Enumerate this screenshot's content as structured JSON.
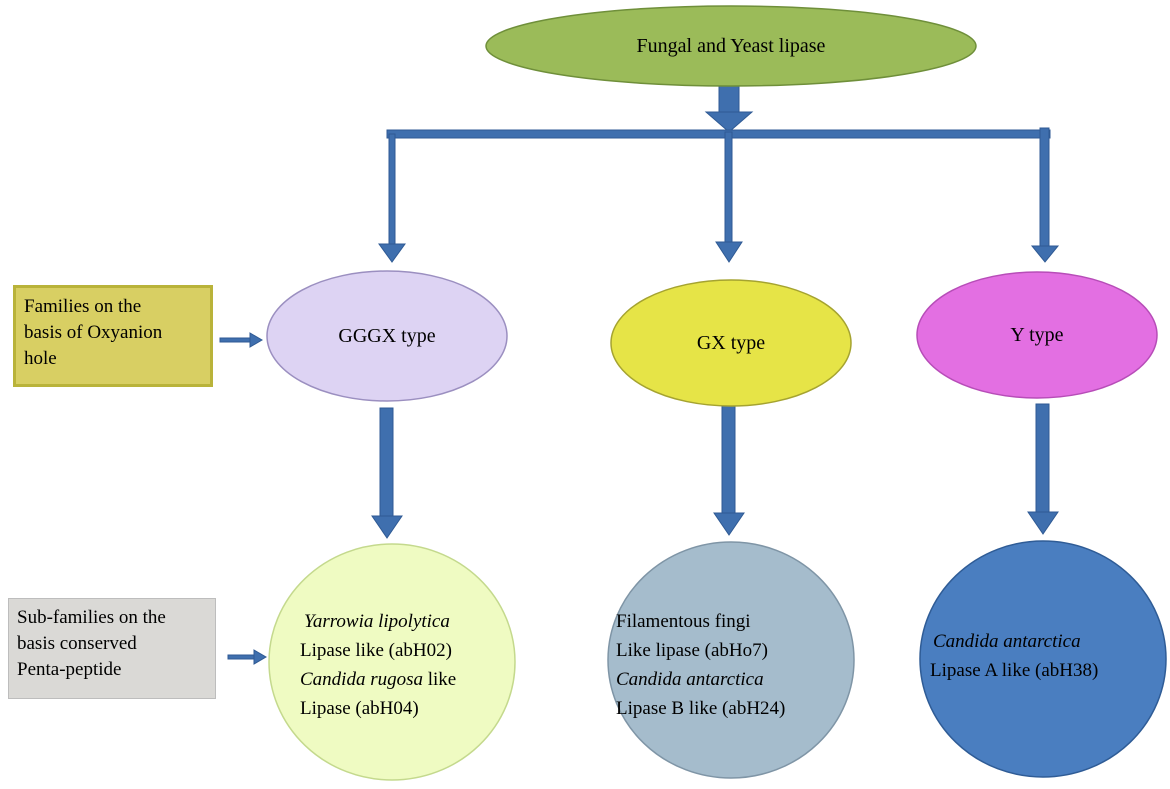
{
  "diagram": {
    "root": {
      "label": "Fungal and Yeast lipase",
      "fill": "#9bbb59"
    },
    "families": [
      {
        "label": "GGGX type",
        "fill": "#ddd3f3"
      },
      {
        "label": "GX type",
        "fill": "#e6e447"
      },
      {
        "label": "Y type",
        "fill": "#e36fe2"
      }
    ],
    "subfamilies": [
      {
        "fill": "#effbc2",
        "lines": [
          {
            "text": "Yarrowia lipolytica",
            "italic": true
          },
          {
            "text": "Lipase like  (abH02)",
            "italic": false
          },
          {
            "text": "Candida rugosa like",
            "italic_part": "Candida rugosa",
            "rest": " like"
          },
          {
            "text": "Lipase  (abH04)",
            "italic": false
          }
        ]
      },
      {
        "fill": "#a5bccc",
        "lines": [
          {
            "text": "Filamentous  fingi",
            "italic": false
          },
          {
            "text": "Like lipase  (abHo7)",
            "italic": false
          },
          {
            "text": "Candida antarctica",
            "italic": true
          },
          {
            "text": "Lipase B like  (abH24)",
            "italic": false
          }
        ]
      },
      {
        "fill": "#4a7ec0",
        "lines": [
          {
            "text": "Candida antarctica",
            "italic": true
          },
          {
            "text": "Lipase A like  (abH38)",
            "italic": false
          }
        ]
      }
    ],
    "side_labels": {
      "families_box": [
        "Families  on the",
        "basis of Oxyanion",
        "hole"
      ],
      "subfamilies_box": [
        "Sub-families  on the",
        "basis conserved",
        "Penta-peptide"
      ]
    },
    "arrow_color": "#3f6fae"
  }
}
